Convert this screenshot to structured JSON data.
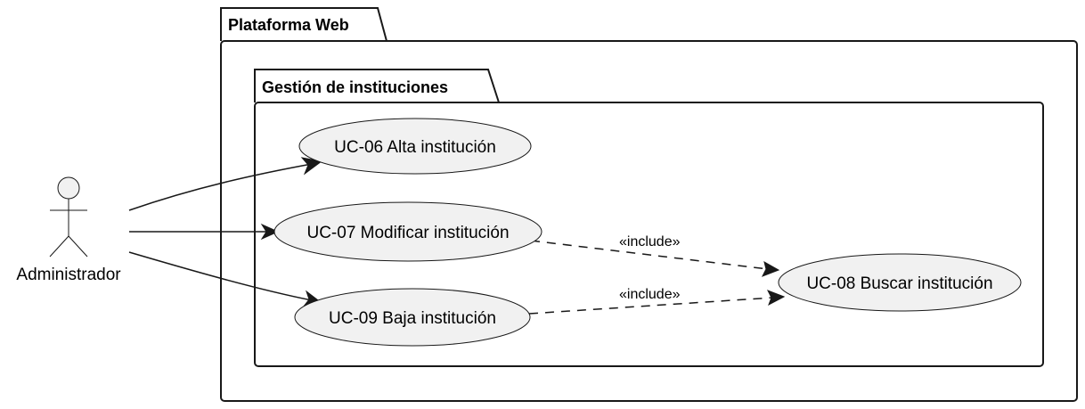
{
  "packages": {
    "outer": {
      "title": "Plataforma Web"
    },
    "inner": {
      "title": "Gestión de instituciones"
    }
  },
  "actor": {
    "name": "Administrador"
  },
  "use_cases": {
    "uc06": "UC-06 Alta institución",
    "uc07": "UC-07 Modificar institución",
    "uc08": "UC-08 Buscar institución",
    "uc09": "UC-09 Baja institución"
  },
  "relations": {
    "include_07_08": "«include»",
    "include_09_08": "«include»"
  },
  "colors": {
    "line": "#181818",
    "usecase_fill": "#f1f1f1",
    "background": "#ffffff"
  }
}
